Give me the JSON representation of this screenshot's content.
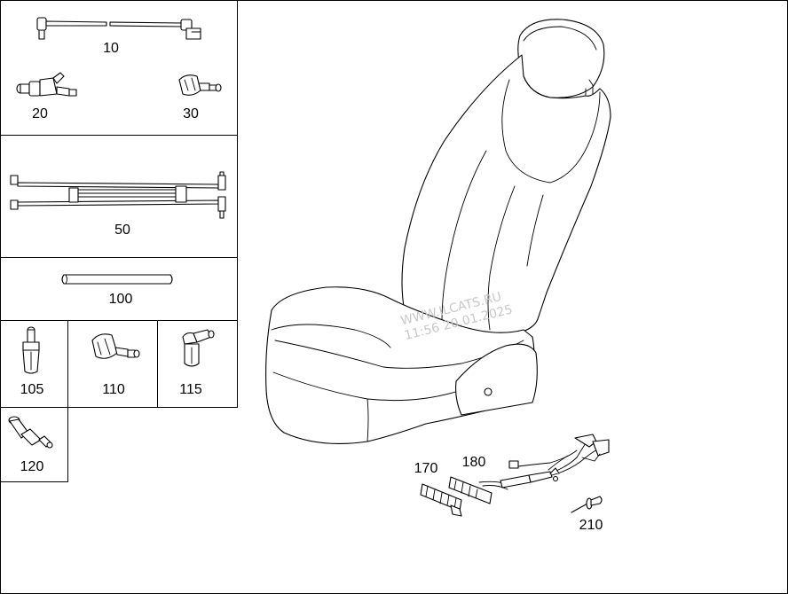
{
  "parts": {
    "p10": "10",
    "p20": "20",
    "p30": "30",
    "p50": "50",
    "p100": "100",
    "p105": "105",
    "p110": "110",
    "p115": "115",
    "p120": "120",
    "p170": "170",
    "p180": "180",
    "p210": "210"
  },
  "watermark": {
    "line1": "WWW.ILCATS.RU",
    "line2": "11:56 20.01.2025"
  },
  "colors": {
    "line": "#000000",
    "background": "#ffffff",
    "watermark": "#c8c8c8"
  }
}
